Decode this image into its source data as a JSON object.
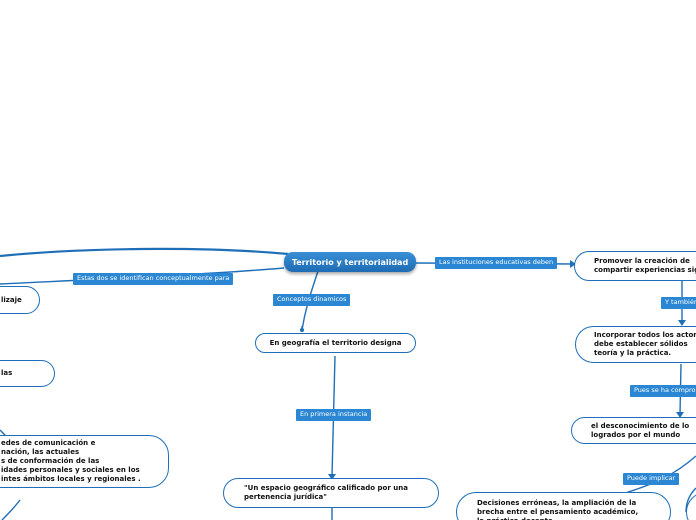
{
  "central": {
    "title": "Territorio y territorialidad"
  },
  "labels": {
    "identifican": "Estas dos se identifican conceptualmente para",
    "instituciones": "Las instituciones educativas deben",
    "conceptos": "Conceptos dinamicos",
    "primera": "En primera instancia",
    "tambien": "Y también",
    "pues": "Pues se ha compro",
    "implicar": "Puede implicar"
  },
  "nodes": {
    "aprendizaje": "lizaje",
    "las": "las",
    "redes": "edes de comunicación e\nnación, las actuales\ns de conformación de las\nidades personales y sociales en los\nintes ámbitos locales y regionales .",
    "geografia": "En geografía el territorio designa",
    "espacio": "\"Un espacio geográfico calificado por una\npertenencia jurídica\"",
    "promover": "Promover la creación de\ncompartir experiencias sig",
    "incorporar": "Incorporar todos los actor\ndebe establecer sólidos\nteoría y la práctica.",
    "desconocimiento": "el desconocimiento de lo\nlogrados por el mundo",
    "decisiones": "Decisiones erróneas, la ampliación de la\nbrecha entre el pensamiento académico,\nla práctica docente"
  }
}
